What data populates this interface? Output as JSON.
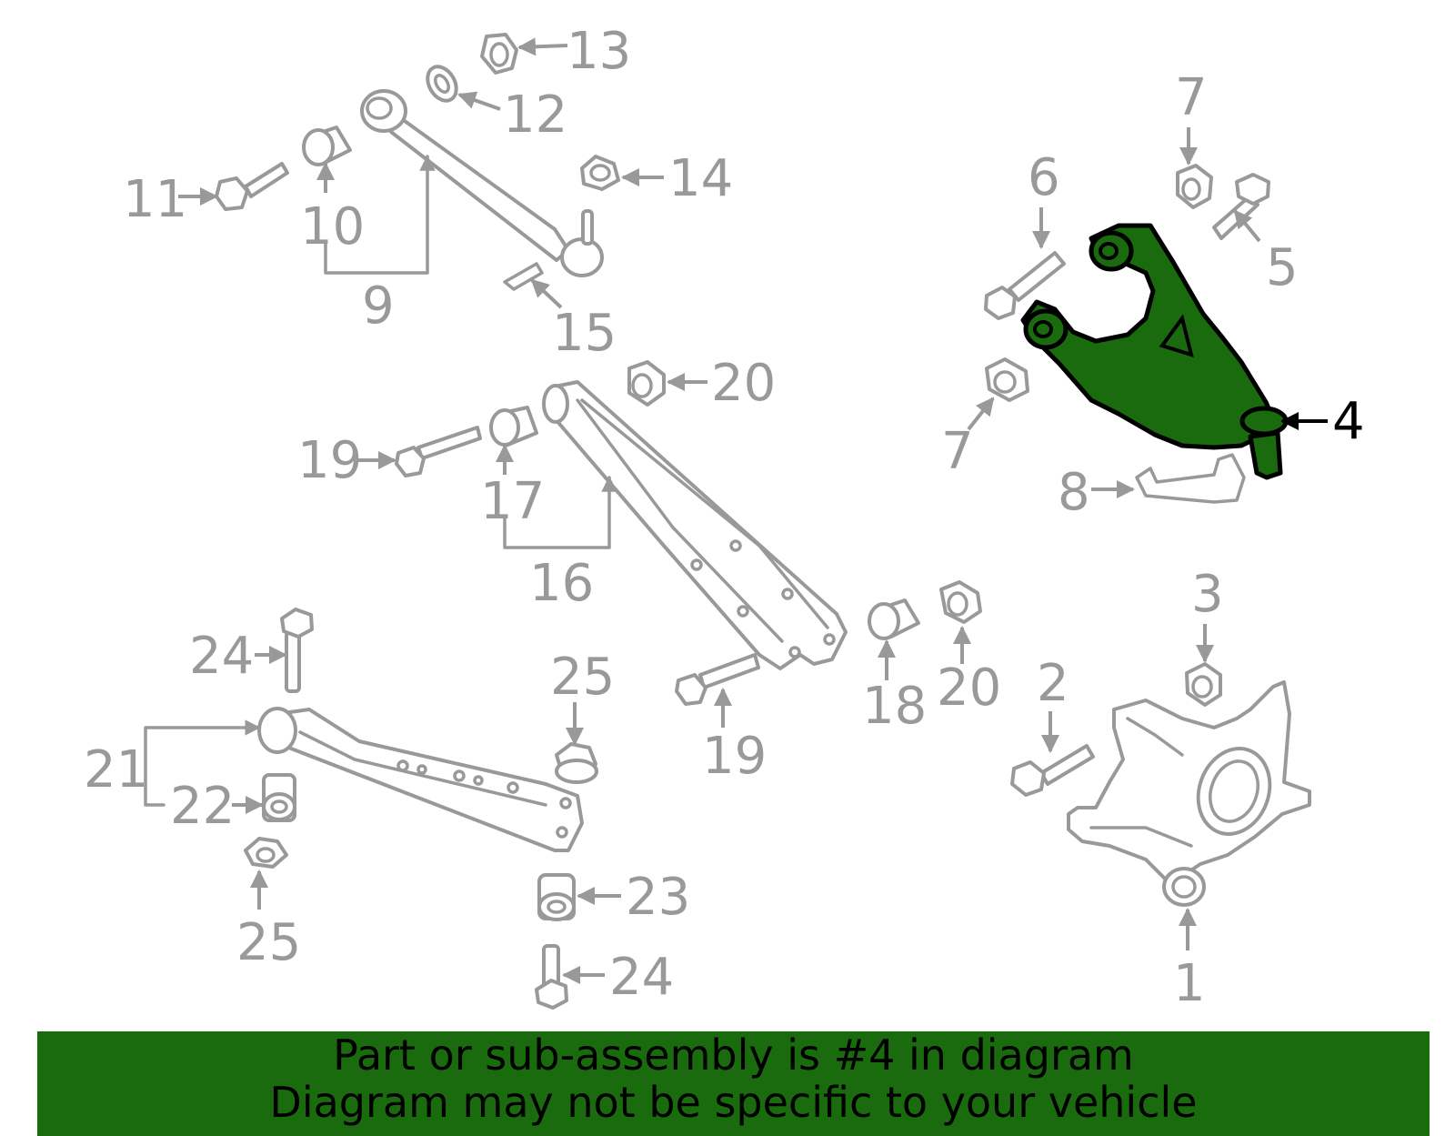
{
  "diagram": {
    "callouts": {
      "c1": "1",
      "c2": "2",
      "c3": "3",
      "c4": "4",
      "c5": "5",
      "c6": "6",
      "c7a": "7",
      "c7b": "7",
      "c8": "8",
      "c9": "9",
      "c10": "10",
      "c11": "11",
      "c12": "12",
      "c13": "13",
      "c14": "14",
      "c15": "15",
      "c16": "16",
      "c17": "17",
      "c18": "18",
      "c19a": "19",
      "c19b": "19",
      "c20a": "20",
      "c20b": "20",
      "c21": "21",
      "c22": "22",
      "c23": "23",
      "c24a": "24",
      "c24b": "24",
      "c25a": "25",
      "c25b": "25"
    },
    "highlighted_part": "4",
    "colors": {
      "highlight": "#1a6b0d",
      "line": "#999999",
      "banner": "#1a6b0d"
    }
  },
  "footer": {
    "line1": "Part or sub-assembly is #4 in diagram",
    "line2": "Diagram may not be specific to your vehicle"
  }
}
